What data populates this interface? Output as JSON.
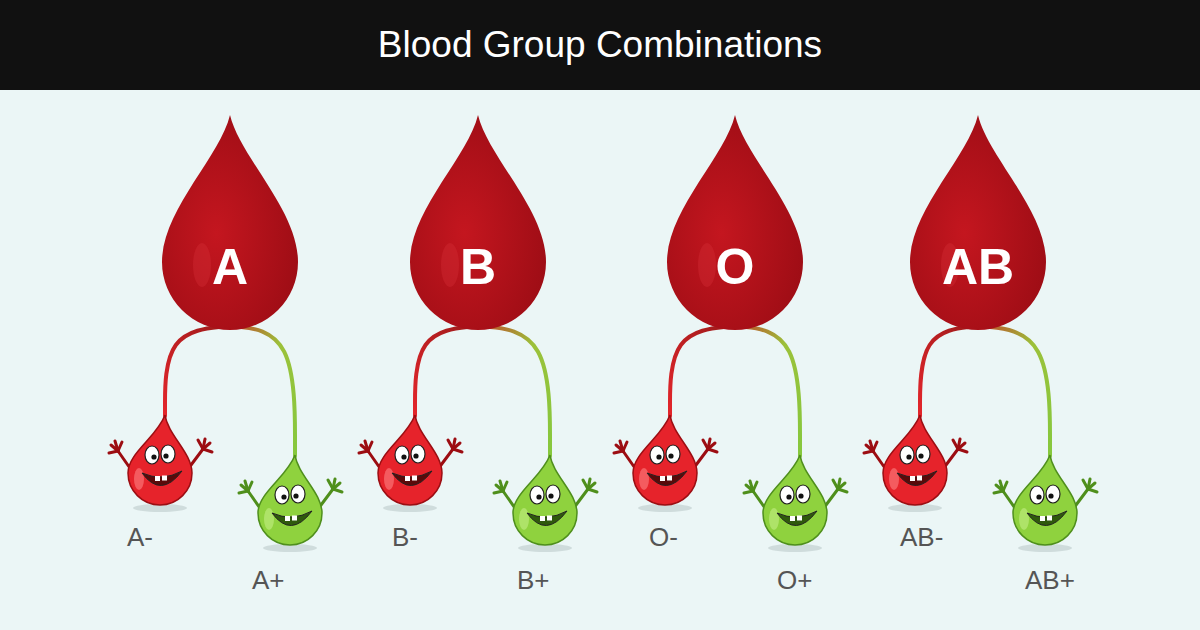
{
  "diagram": {
    "title": "Blood Group Combinations",
    "nodes": [
      {
        "text": [
          "A"
        ]
      },
      {
        "text": [
          "B"
        ]
      },
      {
        "text": [
          "O"
        ]
      },
      {
        "text": [
          "AB"
        ]
      },
      {
        "text": [
          "A-"
        ]
      },
      {
        "text": [
          "A+"
        ]
      },
      {
        "text": [
          "B-"
        ]
      },
      {
        "text": [
          "B+"
        ]
      },
      {
        "text": [
          "O-"
        ]
      },
      {
        "text": [
          "O+"
        ]
      },
      {
        "text": [
          "AB-"
        ]
      },
      {
        "text": [
          "AB+"
        ]
      }
    ],
    "edges": [
      {
        "from": 0,
        "to": 4,
        "arrow": "none"
      },
      {
        "from": 0,
        "to": 5,
        "arrow": "none"
      },
      {
        "from": 1,
        "to": 6,
        "arrow": "none"
      },
      {
        "from": 1,
        "to": 7,
        "arrow": "none"
      },
      {
        "from": 2,
        "to": 8,
        "arrow": "none"
      },
      {
        "from": 2,
        "to": 9,
        "arrow": "none"
      },
      {
        "from": 3,
        "to": 10,
        "arrow": "none"
      },
      {
        "from": 3,
        "to": 11,
        "arrow": "none"
      }
    ]
  }
}
